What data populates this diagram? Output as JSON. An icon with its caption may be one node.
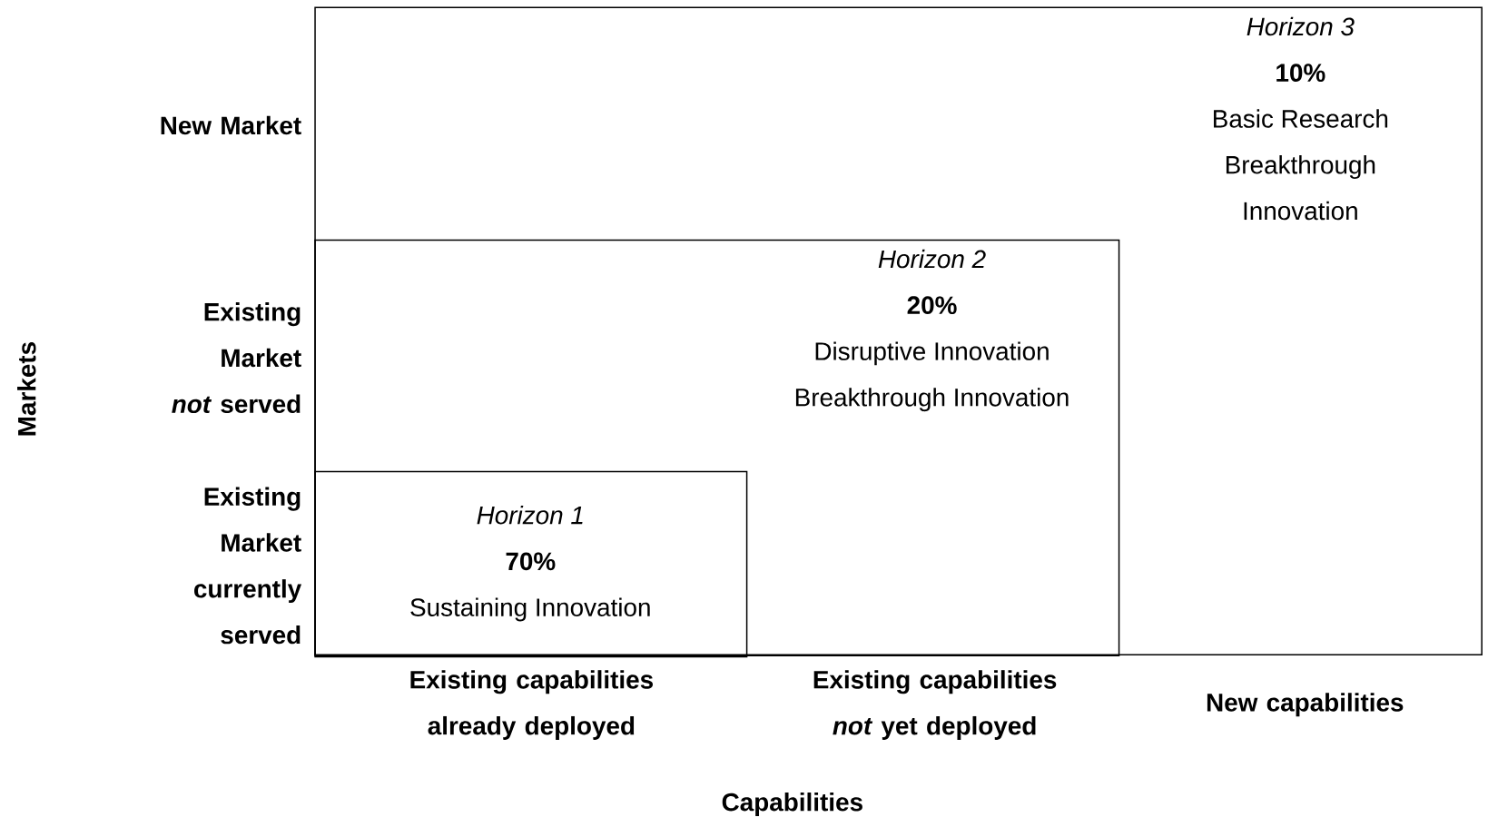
{
  "diagram": {
    "nodes": [
      {
        "text": [
          "Horizon 3",
          "10%",
          "Basic Research Breakthrough Innovation"
        ]
      },
      {
        "text": [
          "Horizon 2",
          "20%",
          "Disruptive Innovation Breakthrough Innovation"
        ],
        "in": 0
      },
      {
        "text": [
          "Horizon 1",
          "70%",
          "Sustaining Innovation"
        ],
        "in": 1
      }
    ],
    "labels": [
      "New Market",
      "Existing Market *not* served",
      "Existing Market currently served",
      "Markets",
      "Existing capabilities already deployed",
      "Existing capabilities *not* yet deployed",
      "New capabilities",
      "Capabilities"
    ]
  }
}
